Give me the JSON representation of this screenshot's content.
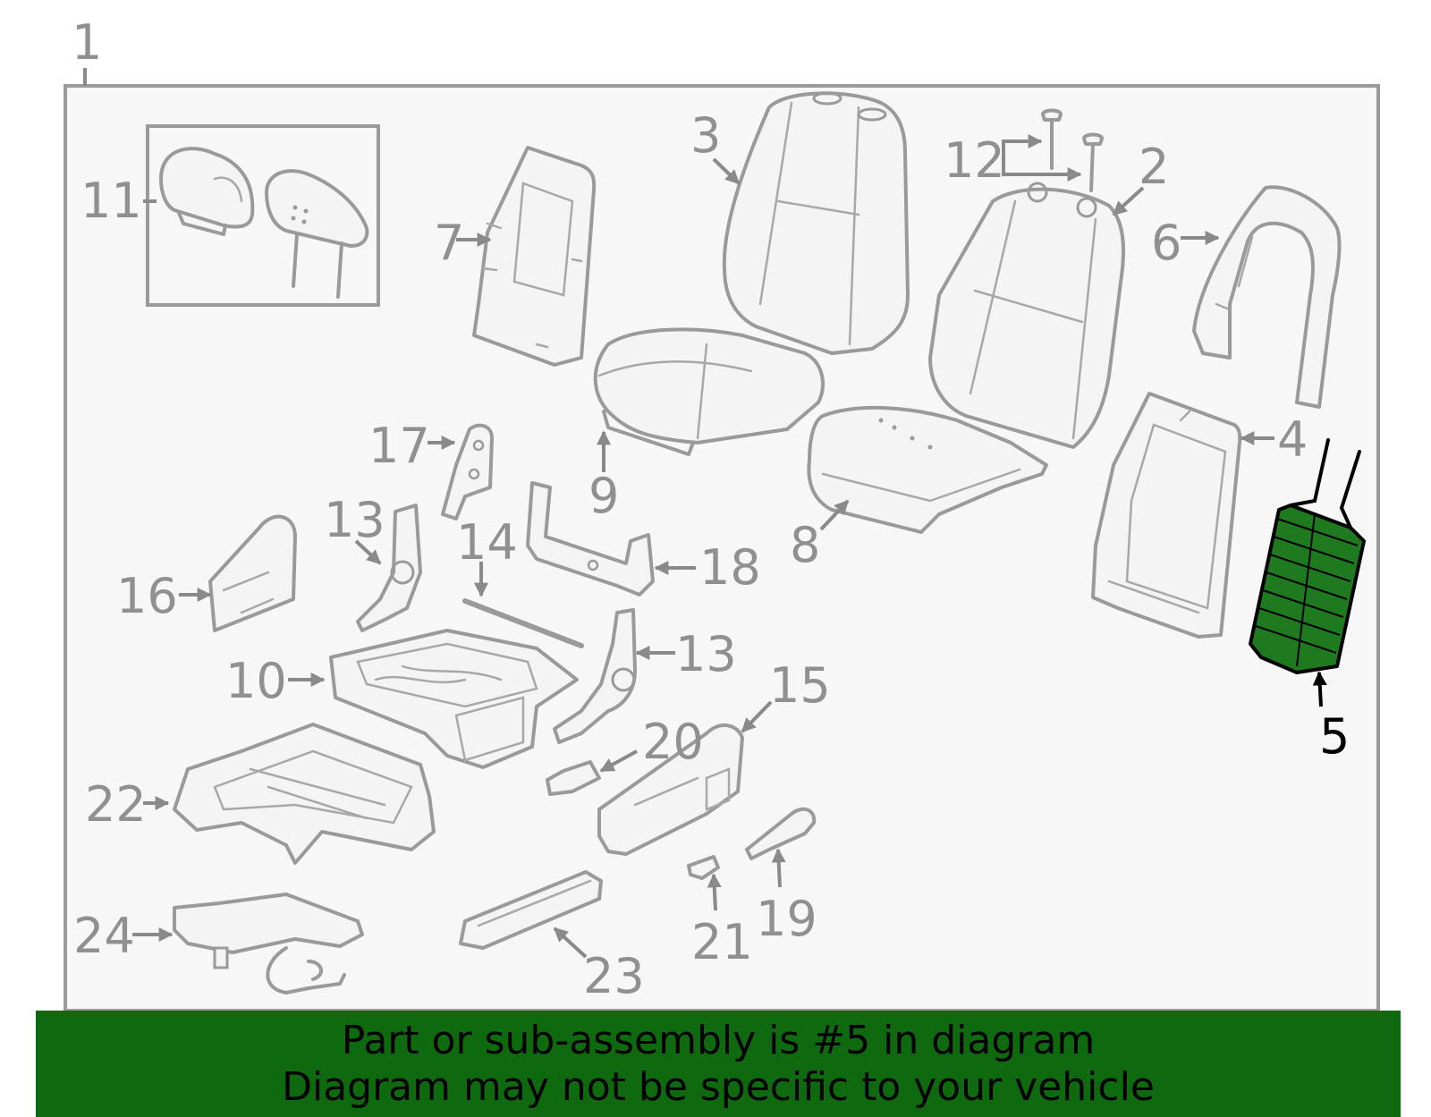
{
  "diagram": {
    "assembly_label": "1",
    "highlight_color": "#1f7a1f",
    "callouts": [
      {
        "id": "c1",
        "text": "1"
      },
      {
        "id": "c2",
        "text": "2"
      },
      {
        "id": "c3",
        "text": "3"
      },
      {
        "id": "c4",
        "text": "4"
      },
      {
        "id": "c5",
        "text": "5"
      },
      {
        "id": "c6",
        "text": "6"
      },
      {
        "id": "c7",
        "text": "7"
      },
      {
        "id": "c8",
        "text": "8"
      },
      {
        "id": "c9",
        "text": "9"
      },
      {
        "id": "c10",
        "text": "10"
      },
      {
        "id": "c11",
        "text": "11"
      },
      {
        "id": "c12",
        "text": "12"
      },
      {
        "id": "c13a",
        "text": "13"
      },
      {
        "id": "c13b",
        "text": "13"
      },
      {
        "id": "c14",
        "text": "14"
      },
      {
        "id": "c15",
        "text": "15"
      },
      {
        "id": "c16",
        "text": "16"
      },
      {
        "id": "c17",
        "text": "17"
      },
      {
        "id": "c18",
        "text": "18"
      },
      {
        "id": "c19",
        "text": "19"
      },
      {
        "id": "c20",
        "text": "20"
      },
      {
        "id": "c21",
        "text": "21"
      },
      {
        "id": "c22",
        "text": "22"
      },
      {
        "id": "c23",
        "text": "23"
      },
      {
        "id": "c24",
        "text": "24"
      }
    ]
  },
  "banner": {
    "line1": "Part or sub-assembly is #5 in diagram",
    "line2": "Diagram may not be specific to your vehicle",
    "color": "#0f6a0f"
  }
}
